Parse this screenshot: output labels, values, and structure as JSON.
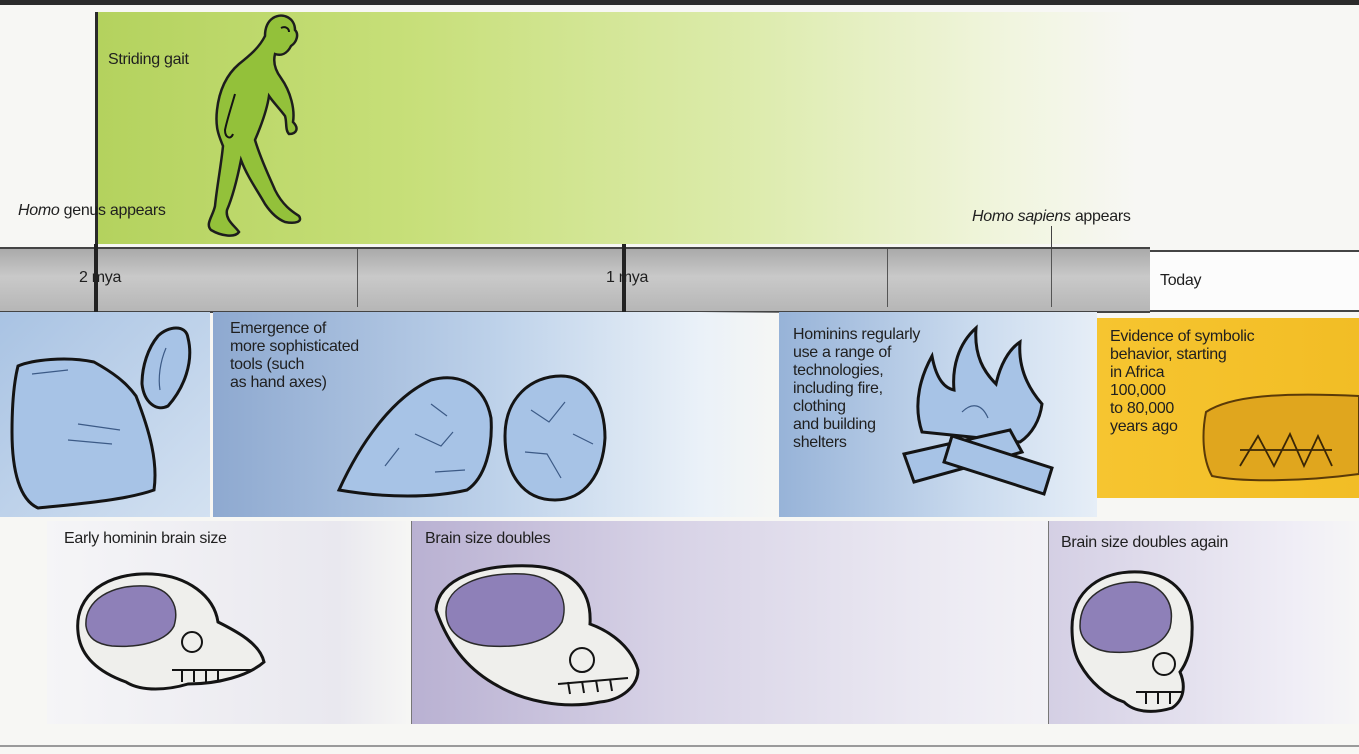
{
  "top_labels": {
    "striding_gait": "Striding gait",
    "homo_genus": {
      "italic": "Homo",
      "rest": " genus appears"
    },
    "homo_sapiens": {
      "italic": "Homo sapiens",
      "rest": " appears"
    }
  },
  "timeline": {
    "marker_2mya": "2 mya",
    "marker_1mya": "1 mya",
    "today": "Today"
  },
  "tools": {
    "sophisticated": "Emergence of\nmore sophisticated\ntools (such\nas hand axes)",
    "technologies": "Hominins regularly\nuse a range of\ntechnologies,\nincluding fire,\nclothing\nand building\nshelters",
    "symbolic": "Evidence of symbolic\nbehavior, starting\nin Africa\n100,000\nto 80,000\nyears ago"
  },
  "brains": {
    "early": "Early hominin brain size",
    "doubles": "Brain size doubles",
    "doubles_again": "Brain size doubles again"
  },
  "colors": {
    "gait_green": "#b4d25e",
    "tool_blue": "#a7c3e6",
    "symbolic_orange": "#f4c12b",
    "brain_purple": "#8e80b8",
    "timebar_gray": "#bdbdbd"
  }
}
